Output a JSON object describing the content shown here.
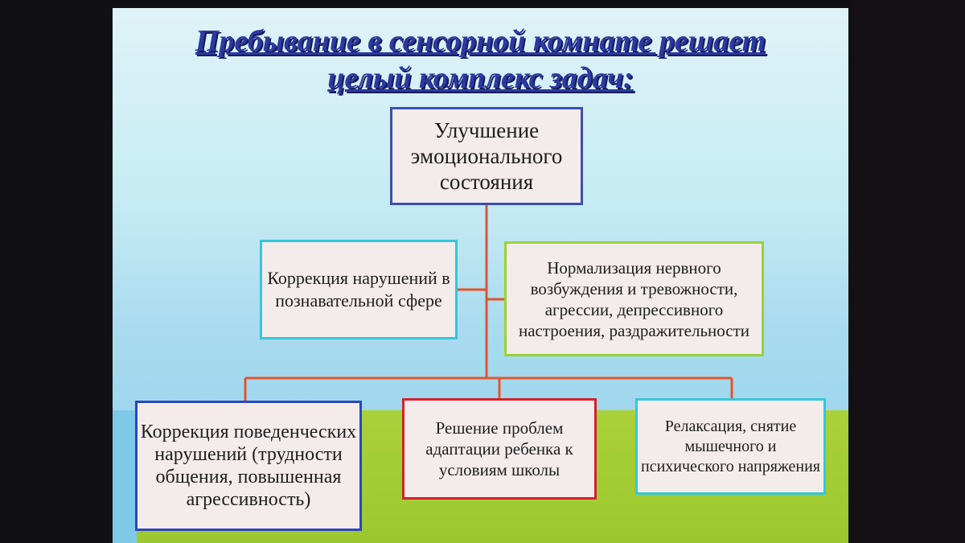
{
  "slide": {
    "title_line1": "Пребывание в сенсорной комнате решает",
    "title_line2": "целый комплекс задач:",
    "colors": {
      "title": "#2a3aa0",
      "connector": "#e2542a",
      "box_fill": "#f3ecea"
    }
  },
  "diagram": {
    "top": "Улучшение эмоционального состояния",
    "mid_left": "Коррекция нарушений в познавательной сфере",
    "mid_right": "Нормализация нервного возбуждения и тревожности, агрессии, депрессивного настроения, раздражительности",
    "bottom_left": "Коррекция поведенческих нарушений (трудности общения, повышенная агрессивность)",
    "bottom_mid": "Решение проблем адаптации ребенка к условиям школы",
    "bottom_right": "Релаксация, снятие мышечного и психического напряжения"
  }
}
